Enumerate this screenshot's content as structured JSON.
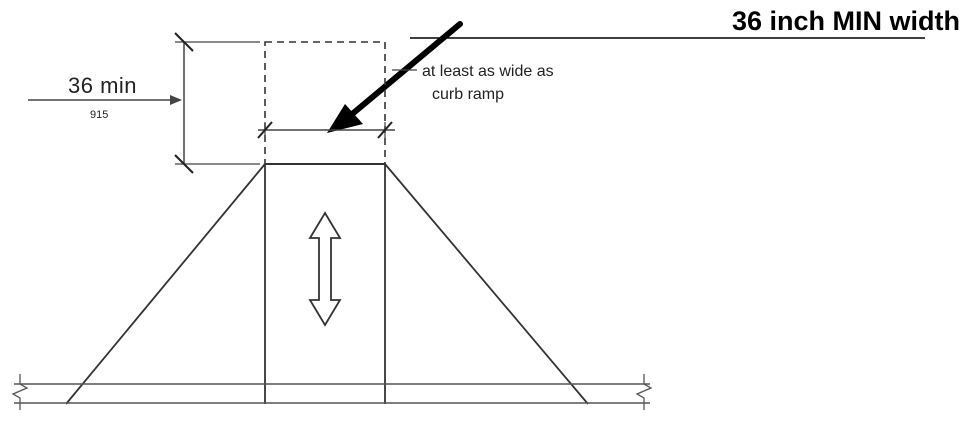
{
  "callout": {
    "text": "36 inch MIN width"
  },
  "dimension": {
    "value": "36 min",
    "metric": "915"
  },
  "note": {
    "line1": "at least as wide as",
    "line2": "curb ramp"
  }
}
